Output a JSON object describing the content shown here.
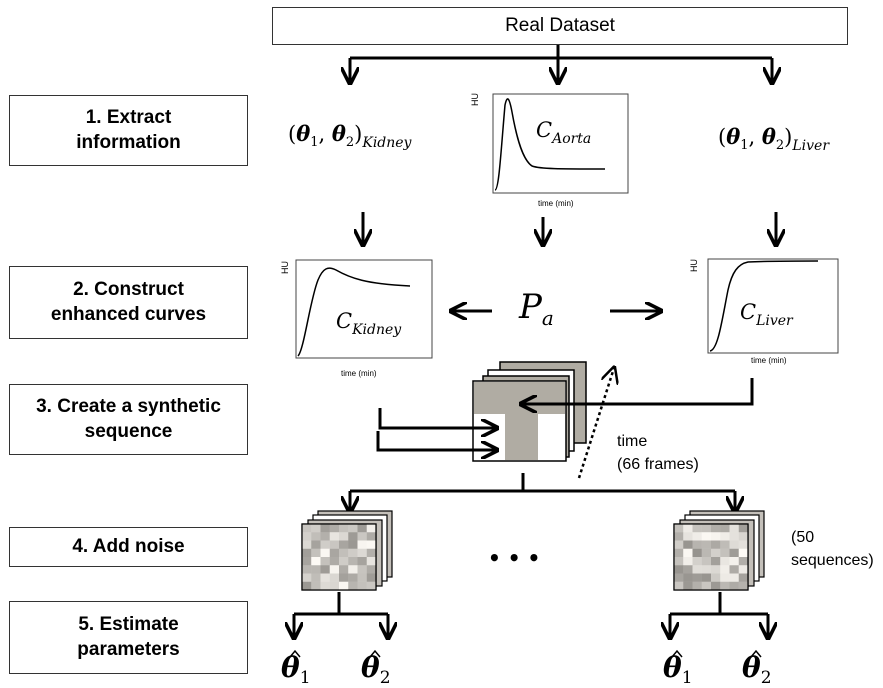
{
  "top_box": {
    "label": "Real Dataset"
  },
  "steps": [
    {
      "label_lines": [
        "1. Extract",
        "information"
      ]
    },
    {
      "label_lines": [
        "2. Construct",
        "enhanced curves"
      ]
    },
    {
      "label_lines": [
        "3. Create a synthetic",
        "sequence"
      ]
    },
    {
      "label_lines": [
        "4. Add noise"
      ]
    },
    {
      "label_lines": [
        "5. Estimate",
        "parameters"
      ]
    }
  ],
  "math": {
    "theta_kidney": "(θ1, θ2)Kidney",
    "theta_liver": "(θ1, θ2)Liver",
    "aif": "Pa",
    "theta1_hat": "θ̂1",
    "theta2_hat": "θ̂2"
  },
  "plots": {
    "aorta": {
      "ylabel": "HU",
      "xlabel": "time (min)",
      "curve_label": "CAorta"
    },
    "kidney": {
      "ylabel": "HU",
      "xlabel": "time (min)",
      "curve_label": "CKidney"
    },
    "liver": {
      "ylabel": "HU",
      "xlabel": "time (min)",
      "curve_label": "CLiver"
    }
  },
  "labels": {
    "time_line1": "time",
    "time_line2": "(66 frames)",
    "sequences_line1": "(50",
    "sequences_line2": "sequences)",
    "ellipsis": "• • •"
  },
  "colors": {
    "frame_gray": "#b0aca3",
    "stroke": "#000000"
  }
}
